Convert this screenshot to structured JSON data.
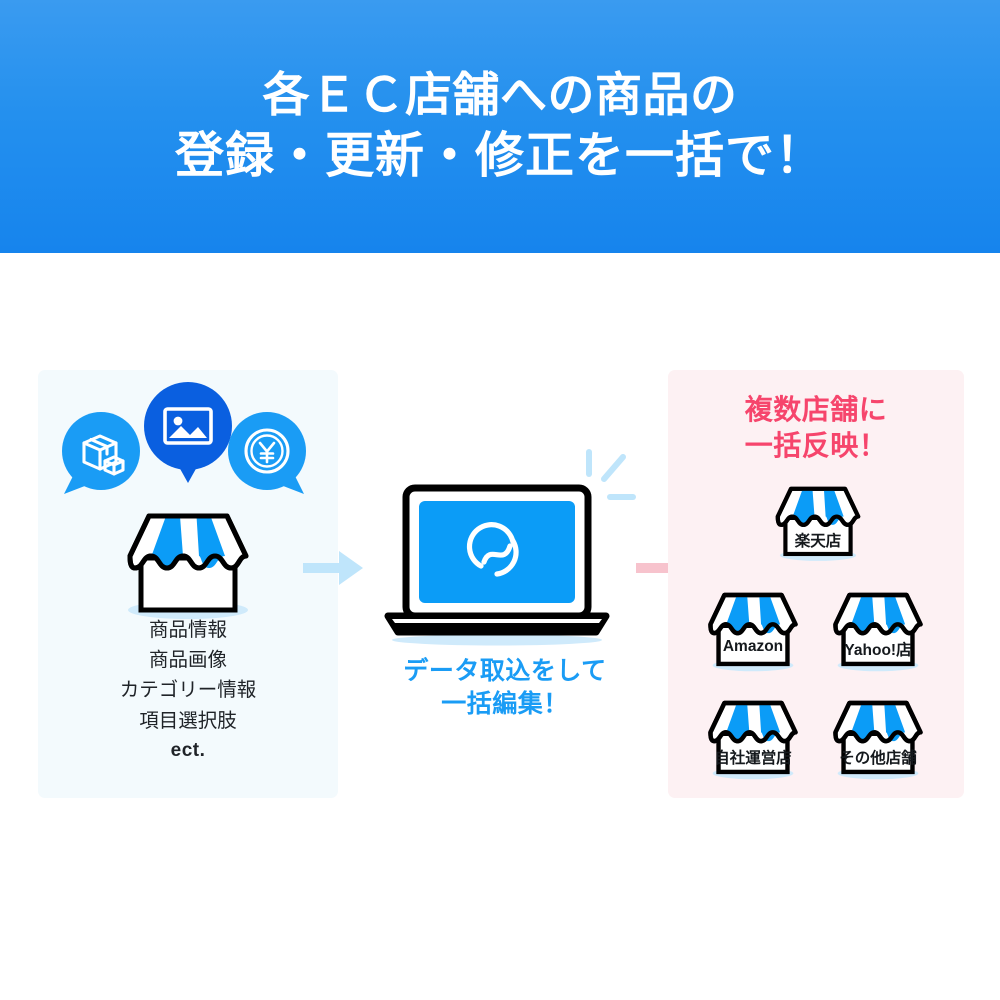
{
  "header": {
    "line1": "各ＥＣ店舗への商品の",
    "line2": "登録・更新・修正を一括で！",
    "bg_gradient_top": "#3a9bf0",
    "bg_gradient_bottom": "#1684ed",
    "text_color": "#ffffff"
  },
  "left_panel": {
    "bg_color": "#f3fafd",
    "bubbles": [
      {
        "icon": "package-box-icon",
        "color": "#1a9cf5"
      },
      {
        "icon": "image-photo-icon",
        "color": "#0a5fe0"
      },
      {
        "icon": "yen-coin-icon",
        "color": "#1a9cf5"
      }
    ],
    "store_icon": "storefront-icon",
    "items": [
      "商品情報",
      "商品画像",
      "カテゴリー情報",
      "項目選択肢"
    ],
    "etc_label": "ect."
  },
  "flow": {
    "arrow_left_color": "#bfe5fb",
    "arrow_right_color": "#f7c3cd",
    "arrow_left_name": "arrow-right-blue",
    "arrow_right_name": "arrow-right-pink"
  },
  "center": {
    "device_icon": "laptop-icon",
    "screen_color": "#0b9cf7",
    "app_logo_icon": "swirl-logo-icon",
    "sparkle_icon": "sparkle-lines-icon",
    "caption_line1": "データ取込をして",
    "caption_line2": "一括編集！",
    "caption_color": "#1a9cf5"
  },
  "right_panel": {
    "bg_color": "#fdf1f3",
    "heading_line1": "複数店舗に",
    "heading_line2": "一括反映！",
    "heading_color": "#f6456c",
    "stores": [
      {
        "label": "楽天店",
        "icon": "storefront-icon"
      },
      {
        "label": "Amazon",
        "icon": "storefront-icon"
      },
      {
        "label": "Yahoo!店",
        "icon": "storefront-icon"
      },
      {
        "label": "自社運営店",
        "icon": "storefront-icon"
      },
      {
        "label": "その他店舗",
        "icon": "storefront-icon"
      }
    ]
  },
  "palette": {
    "brand_blue": "#1a9cf5",
    "deep_blue": "#0a5fe0",
    "accent_pink": "#f6456c",
    "ink": "#15191d",
    "shadow_blue": "#cfeafb"
  }
}
